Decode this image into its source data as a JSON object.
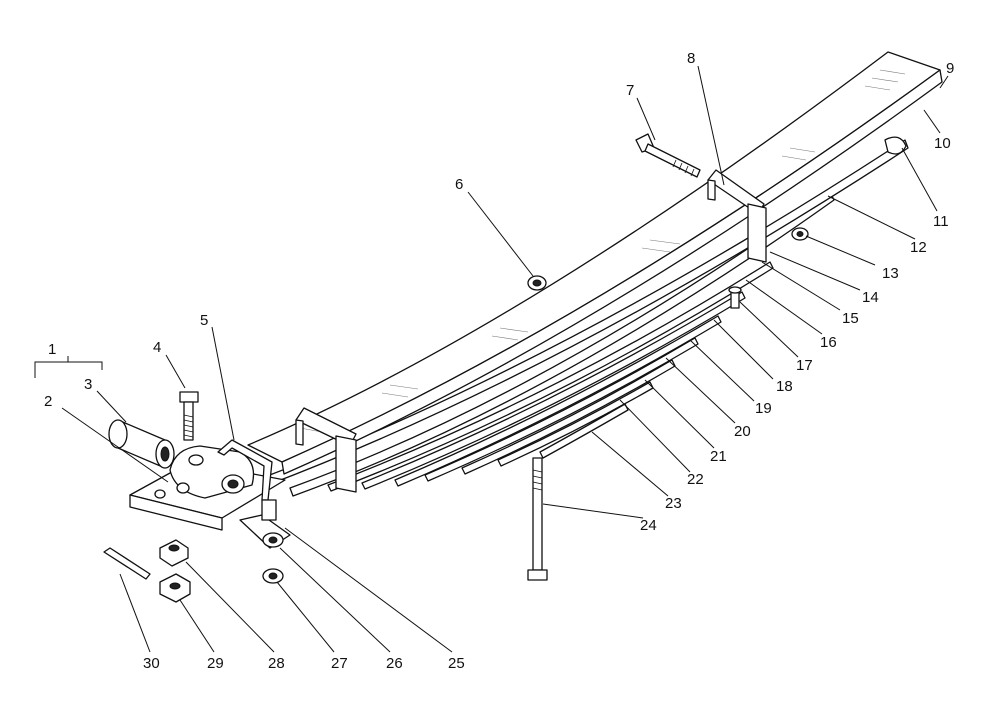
{
  "diagram": {
    "colors": {
      "ink": "#111111",
      "paper": "#ffffff",
      "shade": "#777777"
    },
    "callouts": [
      {
        "id": "c1",
        "label": "1"
      },
      {
        "id": "c2",
        "label": "2"
      },
      {
        "id": "c3",
        "label": "3"
      },
      {
        "id": "c4",
        "label": "4"
      },
      {
        "id": "c5",
        "label": "5"
      },
      {
        "id": "c6",
        "label": "6"
      },
      {
        "id": "c7",
        "label": "7"
      },
      {
        "id": "c8",
        "label": "8"
      },
      {
        "id": "c9",
        "label": "9"
      },
      {
        "id": "c10",
        "label": "10"
      },
      {
        "id": "c11",
        "label": "11"
      },
      {
        "id": "c12",
        "label": "12"
      },
      {
        "id": "c13",
        "label": "13"
      },
      {
        "id": "c14",
        "label": "14"
      },
      {
        "id": "c15",
        "label": "15"
      },
      {
        "id": "c16",
        "label": "16"
      },
      {
        "id": "c17",
        "label": "17"
      },
      {
        "id": "c18",
        "label": "18"
      },
      {
        "id": "c19",
        "label": "19"
      },
      {
        "id": "c20",
        "label": "20"
      },
      {
        "id": "c21",
        "label": "21"
      },
      {
        "id": "c22",
        "label": "22"
      },
      {
        "id": "c23",
        "label": "23"
      },
      {
        "id": "c24",
        "label": "24"
      },
      {
        "id": "c25",
        "label": "25"
      },
      {
        "id": "c26",
        "label": "26"
      },
      {
        "id": "c27",
        "label": "27"
      },
      {
        "id": "c28",
        "label": "28"
      },
      {
        "id": "c29",
        "label": "29"
      },
      {
        "id": "c30",
        "label": "30"
      }
    ]
  }
}
